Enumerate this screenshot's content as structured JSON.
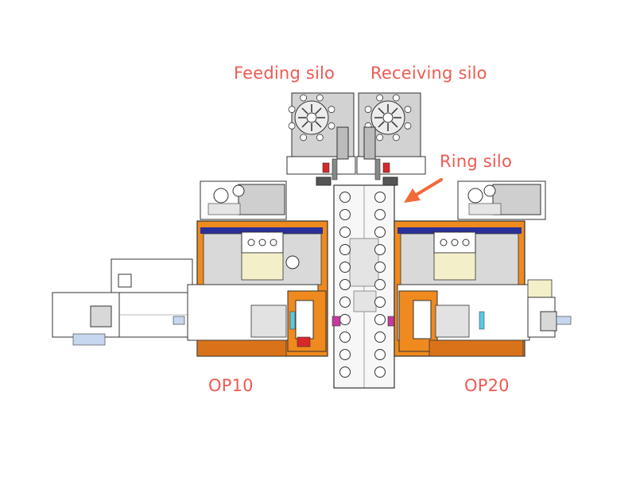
{
  "labels": {
    "feeding_silo": "Feeding silo",
    "receiving_silo": "Receiving silo",
    "ring_silo": "Ring silo",
    "op10": "OP10",
    "op20": "OP20"
  },
  "colors": {
    "label_text": "#ee5a52",
    "arrow": "#f06a3a",
    "cabinet_orange": "#ef8a1e",
    "cabinet_dark": "#d9731a",
    "guard_blue": "#2a2f9a",
    "window_grey": "#d9d9d9",
    "panel_cream": "#f3efc9",
    "silo_grey": "#d2d2d2",
    "line": "#333333",
    "marker_red": "#d8282a",
    "marker_pink": "#c43aa0",
    "marker_cyan": "#5bc8e6"
  },
  "icons": {
    "arrow": "arrow-down-left-icon"
  }
}
